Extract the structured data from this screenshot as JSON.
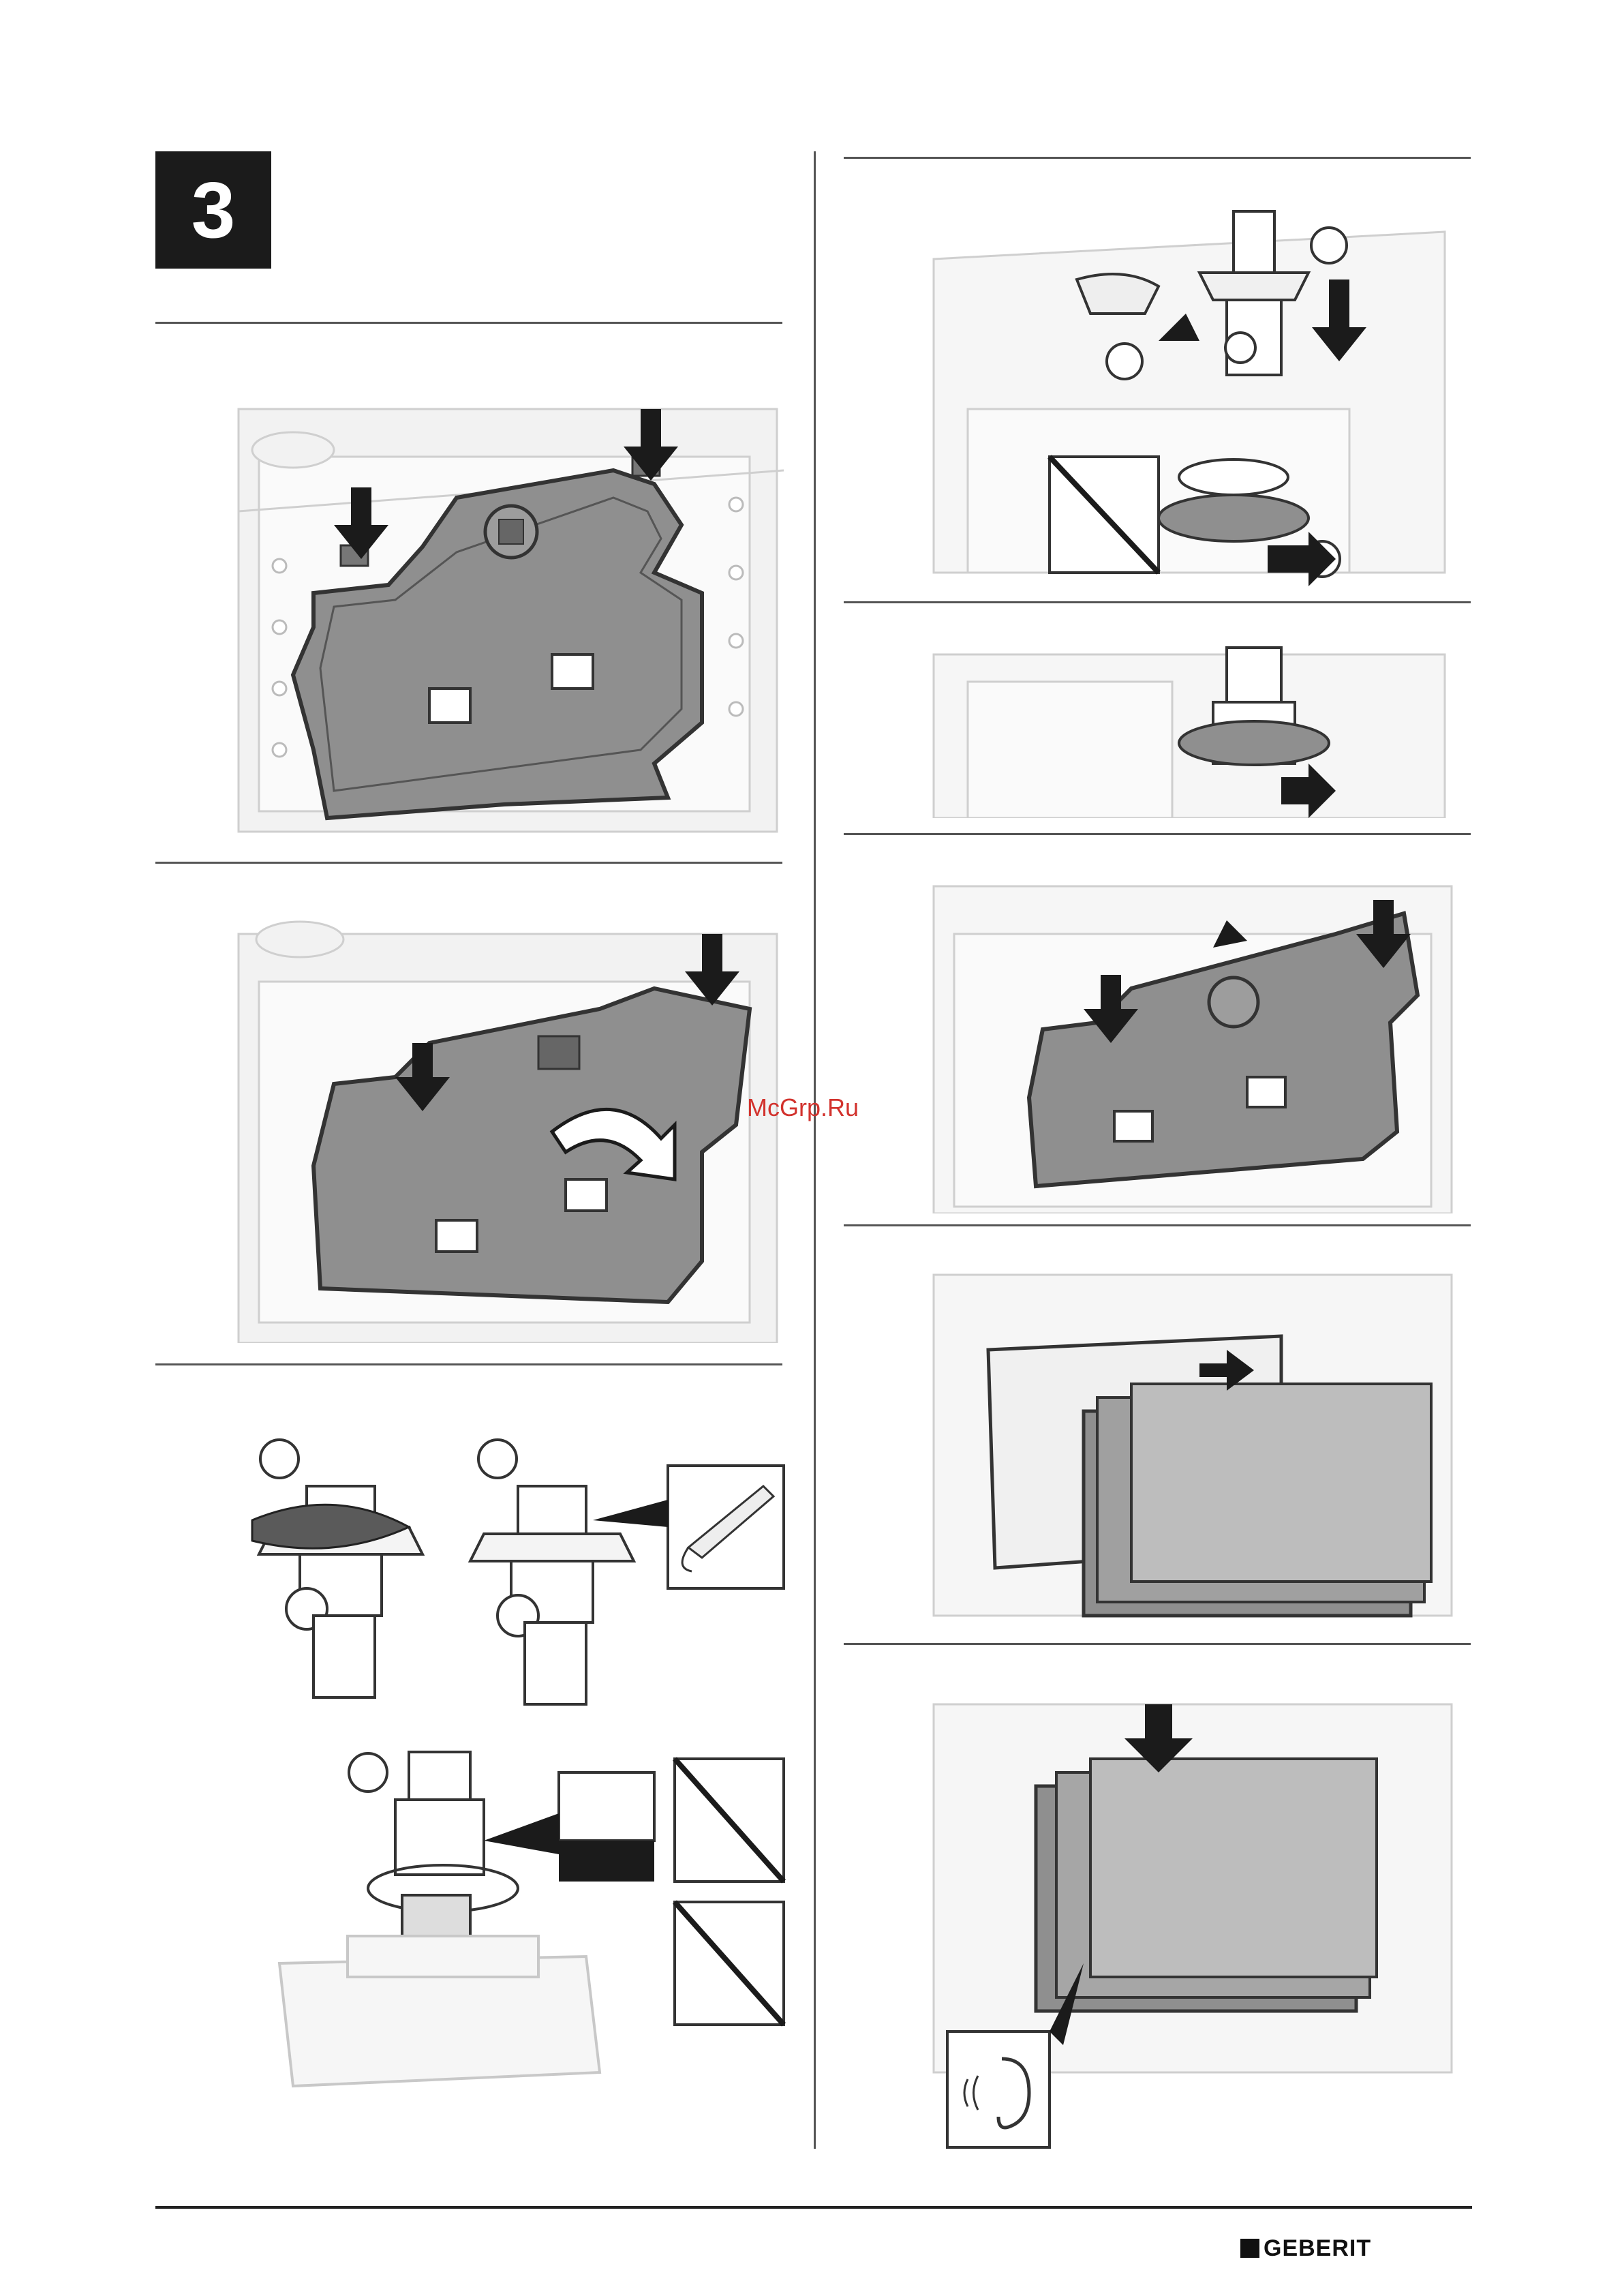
{
  "step": {
    "number": "3"
  },
  "watermark": {
    "text": "McGrp.Ru"
  },
  "footer": {
    "brand": "GEBERIT"
  },
  "colors": {
    "cover_gray": "#8f8f8f",
    "line_dark": "#333333",
    "frame_light": "#e9e9e9",
    "watermark_red": "#d2322d"
  },
  "icons": [
    "down-arrow-icon",
    "rotate-arrow-icon",
    "wrench-icon",
    "no-pipe-wrench-icon",
    "no-adjustable-wrench-icon",
    "ear-listen-icon",
    "sealing-paste-tube-icon"
  ]
}
